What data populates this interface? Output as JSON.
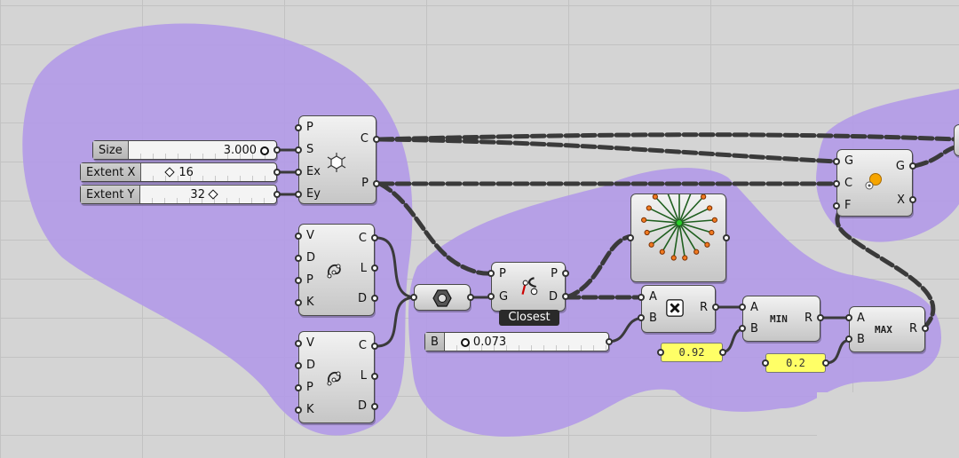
{
  "sliders": {
    "size": {
      "label": "Size",
      "value": "3.000"
    },
    "extent_x": {
      "label": "Extent X",
      "value": "16"
    },
    "extent_y": {
      "label": "Extent Y",
      "value": "32"
    },
    "b": {
      "label": "B",
      "value": "0.073"
    }
  },
  "components": {
    "hex_grid": {
      "inputs": [
        "P",
        "S",
        "Ex",
        "Ey"
      ],
      "outputs": [
        "C",
        "P"
      ],
      "icon": "hexagonal-grid-icon"
    },
    "curve_a": {
      "inputs": [
        "V",
        "D",
        "P",
        "K"
      ],
      "outputs": [
        "C",
        "L",
        "D"
      ],
      "icon": "curve-icon"
    },
    "curve_b": {
      "inputs": [
        "V",
        "D",
        "P",
        "K"
      ],
      "outputs": [
        "C",
        "L",
        "D"
      ],
      "icon": "curve-icon"
    },
    "join": {
      "icon": "nut-icon"
    },
    "closest": {
      "inputs": [
        "P",
        "G"
      ],
      "outputs": [
        "P",
        "D"
      ],
      "tag": "Closest",
      "icon": "closest-point-icon"
    },
    "preview": {
      "icon": "fan-preview-icon"
    },
    "multiply": {
      "inputs": [
        "A",
        "B"
      ],
      "outputs": [
        "R"
      ],
      "icon": "multiply-icon"
    },
    "min": {
      "inputs": [
        "A",
        "B"
      ],
      "outputs": [
        "R"
      ],
      "label": "MIN"
    },
    "max": {
      "inputs": [
        "A",
        "B"
      ],
      "outputs": [
        "R"
      ],
      "label": "MAX"
    },
    "scale": {
      "inputs": [
        "G",
        "C",
        "F"
      ],
      "outputs": [
        "G",
        "X"
      ],
      "icon": "scale-icon"
    }
  },
  "panels": {
    "p1": "0.92",
    "p2": "0.2"
  },
  "colors": {
    "group": "#b39ae8",
    "panel": "#ffff66",
    "wire": "#3a3a3a"
  }
}
